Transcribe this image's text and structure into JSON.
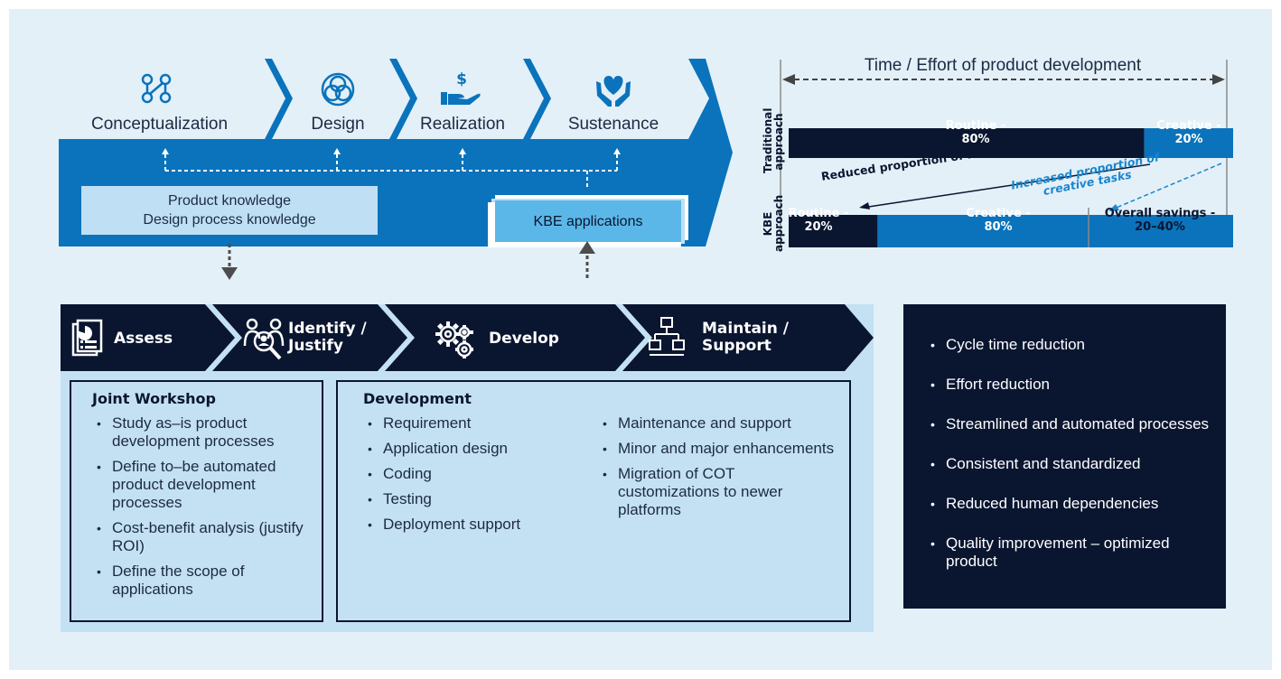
{
  "lifecycle": {
    "stages": [
      {
        "label": "Conceptualization",
        "icon": "network-nodes-icon"
      },
      {
        "label": "Design",
        "icon": "overlapping-circles-icon"
      },
      {
        "label": "Realization",
        "icon": "hand-dollar-icon"
      },
      {
        "label": "Sustenance",
        "icon": "hands-heart-icon"
      }
    ],
    "knowledge_box": {
      "line1": "Product knowledge",
      "line2": "Design process knowledge"
    },
    "kbe_box": "KBE applications"
  },
  "chart_data": {
    "type": "bar",
    "title": "Time / Effort of product development",
    "series": [
      {
        "name": "Traditional approach",
        "segments": [
          {
            "label": "Routine",
            "value": 80
          },
          {
            "label": "Creative",
            "value": 20
          }
        ]
      },
      {
        "name": "KBE approach",
        "segments": [
          {
            "label": "Routine",
            "value": 20
          },
          {
            "label": "Creative",
            "value": 80
          }
        ],
        "savings": "20–40%"
      }
    ],
    "labels": {
      "trad_routine": "Routine -",
      "trad_routine_pct": "80%",
      "trad_creative": "Creative -",
      "trad_creative_pct": "20%",
      "kbe_routine": "Routine -",
      "kbe_routine_pct": "20%",
      "kbe_creative": "Creative -",
      "kbe_creative_pct": "80%",
      "savings": "Overall savings -",
      "savings_pct": "20–40%",
      "trad_axis_1": "Traditional",
      "trad_axis_2": "approach",
      "kbe_axis_1": "KBE",
      "kbe_axis_2": "approach"
    },
    "annotations": [
      "Reduced proportion of routine tasks",
      "Increased proportion of",
      "creative tasks"
    ],
    "colors": {
      "routine": "#0a1630",
      "creative": "#0a73bc",
      "annotation_blue": "#1a86cf"
    }
  },
  "phases": [
    {
      "l1": "Assess",
      "l2": "",
      "icon": "report-chart-icon"
    },
    {
      "l1": "Identify /",
      "l2": "Justify",
      "icon": "people-magnifier-icon"
    },
    {
      "l1": "Develop",
      "l2": "",
      "icon": "gears-icon"
    },
    {
      "l1": "Maintain /",
      "l2": "Support",
      "icon": "hierarchy-icon"
    }
  ],
  "workshop": {
    "title": "Joint Workshop",
    "items": [
      "Study as–is product development processes",
      "Define to–be  automated product development processes",
      "Cost-benefit analysis (justify ROI)",
      "Define the scope of applications"
    ]
  },
  "development": {
    "title": "Development",
    "col1": [
      "Requirement",
      "Application design",
      "Coding",
      "Testing",
      "Deployment support"
    ],
    "col2": [
      "Maintenance and support",
      "Minor and major enhancements",
      "Migration of COT customizations to newer platforms"
    ]
  },
  "benefits": [
    "Cycle time reduction",
    "Effort reduction",
    "Streamlined and automated processes",
    "Consistent and standardized",
    "Reduced human dependencies",
    "Quality improvement – optimized product"
  ],
  "colors": {
    "navy": "#0a1630",
    "blue": "#0a73bc",
    "light_blue": "#bfe0f4",
    "panel_bg": "#c4e1f3",
    "background": "#e3f0f8"
  }
}
